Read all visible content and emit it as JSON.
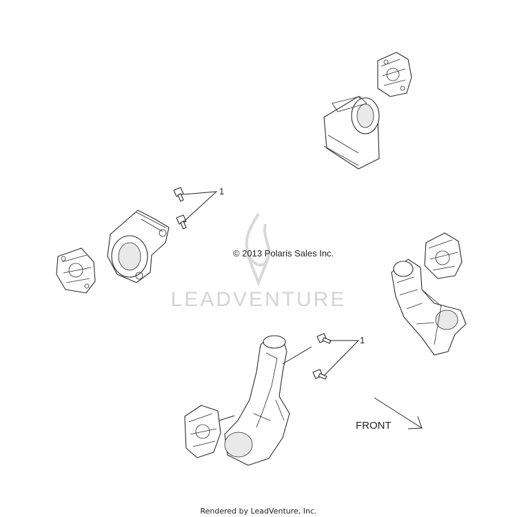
{
  "copyright": "© 2013 Polaris Sales Inc.",
  "watermark": "LEADVENTURE",
  "callouts": {
    "upper": "1",
    "lower": "1"
  },
  "direction_label": "FRONT",
  "footer": "Rendered by LeadVenture, Inc."
}
